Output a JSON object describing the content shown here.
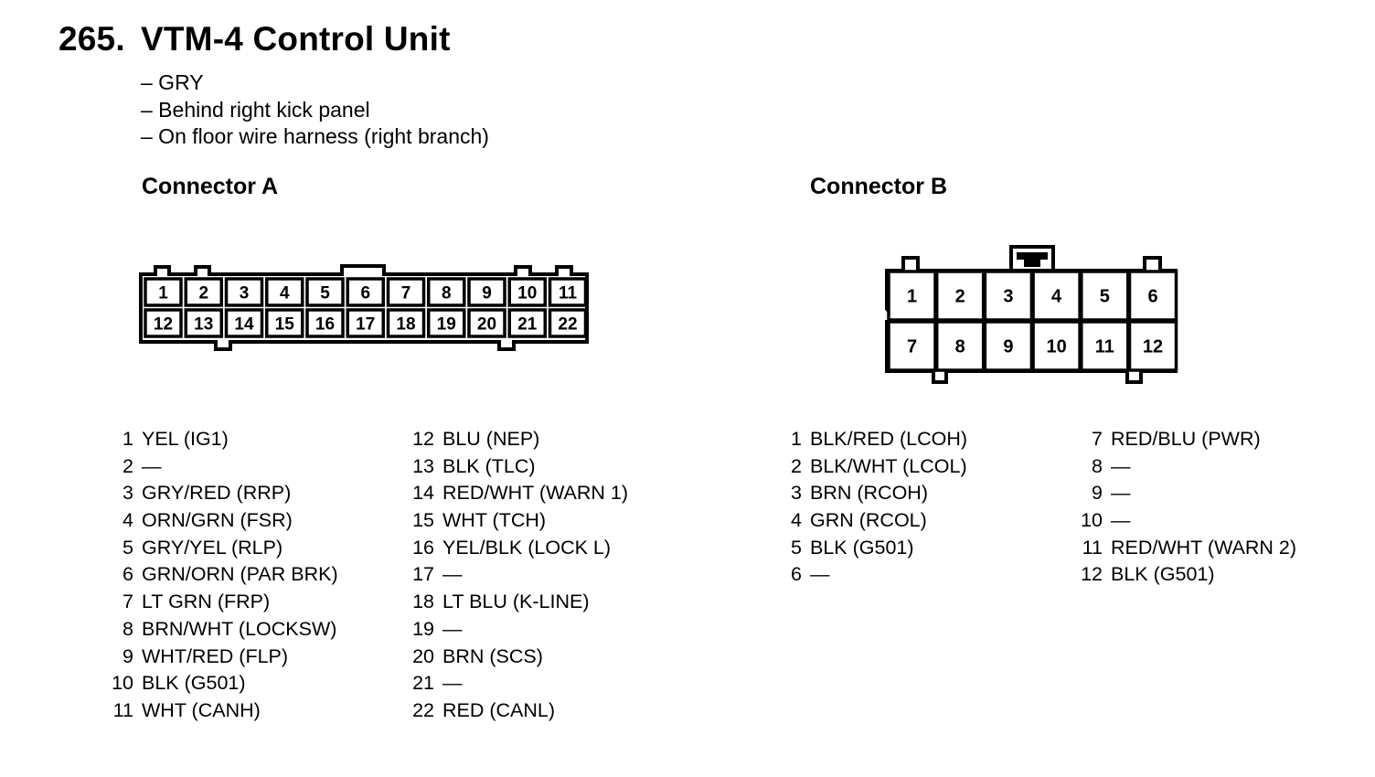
{
  "title": {
    "number": "265.",
    "text": "VTM-4 Control Unit"
  },
  "notes": [
    "– GRY",
    "– Behind right kick panel",
    "– On floor wire harness (right branch)"
  ],
  "connector_a": {
    "label": "Connector A",
    "top_row": [
      "1",
      "2",
      "3",
      "4",
      "5",
      "6",
      "7",
      "8",
      "9",
      "10",
      "11"
    ],
    "bottom_row": [
      "12",
      "13",
      "14",
      "15",
      "16",
      "17",
      "18",
      "19",
      "20",
      "21",
      "22"
    ],
    "pins_col1": [
      {
        "pin": "1",
        "desc": "YEL (IG1)"
      },
      {
        "pin": "2",
        "desc": "—"
      },
      {
        "pin": "3",
        "desc": "GRY/RED (RRP)"
      },
      {
        "pin": "4",
        "desc": "ORN/GRN (FSR)"
      },
      {
        "pin": "5",
        "desc": "GRY/YEL (RLP)"
      },
      {
        "pin": "6",
        "desc": "GRN/ORN (PAR BRK)"
      },
      {
        "pin": "7",
        "desc": "LT GRN (FRP)"
      },
      {
        "pin": "8",
        "desc": "BRN/WHT (LOCKSW)"
      },
      {
        "pin": "9",
        "desc": "WHT/RED (FLP)"
      },
      {
        "pin": "10",
        "desc": "BLK (G501)"
      },
      {
        "pin": "11",
        "desc": "WHT (CANH)"
      }
    ],
    "pins_col2": [
      {
        "pin": "12",
        "desc": "BLU (NEP)"
      },
      {
        "pin": "13",
        "desc": "BLK (TLC)"
      },
      {
        "pin": "14",
        "desc": "RED/WHT (WARN 1)"
      },
      {
        "pin": "15",
        "desc": "WHT (TCH)"
      },
      {
        "pin": "16",
        "desc": "YEL/BLK (LOCK L)"
      },
      {
        "pin": "17",
        "desc": "—"
      },
      {
        "pin": "18",
        "desc": "LT BLU (K-LINE)"
      },
      {
        "pin": "19",
        "desc": "—"
      },
      {
        "pin": "20",
        "desc": "BRN (SCS)"
      },
      {
        "pin": "21",
        "desc": "—"
      },
      {
        "pin": "22",
        "desc": "RED (CANL)"
      }
    ]
  },
  "connector_b": {
    "label": "Connector B",
    "top_row": [
      "1",
      "2",
      "3",
      "4",
      "5",
      "6"
    ],
    "bottom_row": [
      "7",
      "8",
      "9",
      "10",
      "11",
      "12"
    ],
    "pins_col1": [
      {
        "pin": "1",
        "desc": "BLK/RED (LCOH)"
      },
      {
        "pin": "2",
        "desc": "BLK/WHT (LCOL)"
      },
      {
        "pin": "3",
        "desc": "BRN (RCOH)"
      },
      {
        "pin": "4",
        "desc": "GRN (RCOL)"
      },
      {
        "pin": "5",
        "desc": "BLK (G501)"
      },
      {
        "pin": "6",
        "desc": "—"
      }
    ],
    "pins_col2": [
      {
        "pin": "7",
        "desc": "RED/BLU (PWR)"
      },
      {
        "pin": "8",
        "desc": "—"
      },
      {
        "pin": "9",
        "desc": "—"
      },
      {
        "pin": "10",
        "desc": "—"
      },
      {
        "pin": "11",
        "desc": "RED/WHT (WARN 2)"
      },
      {
        "pin": "12",
        "desc": "BLK (G501)"
      }
    ]
  }
}
